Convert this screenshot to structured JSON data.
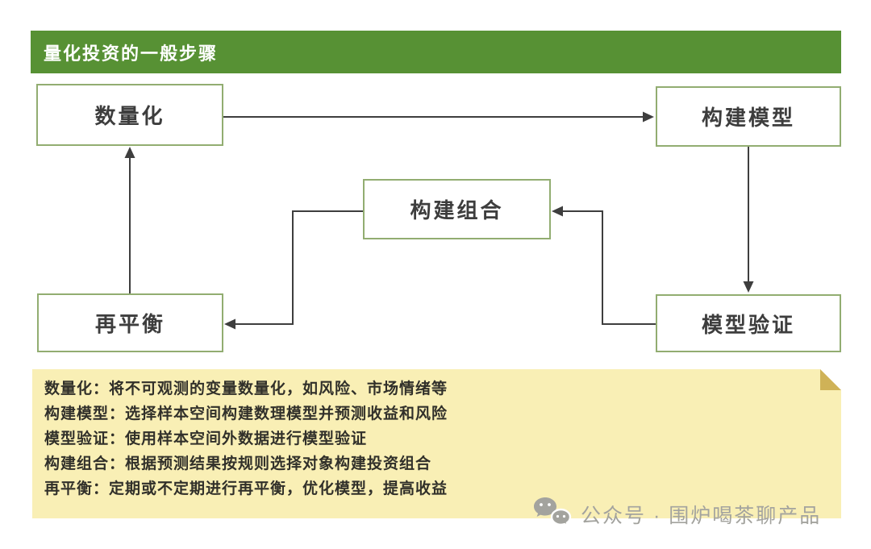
{
  "header": {
    "title": "量化投资的一般步骤",
    "bg_color": "#579134",
    "text_color": "#ffffff"
  },
  "diagram": {
    "box_border_color": "#92ad71",
    "box_text_color": "#3d3d3d",
    "arrow_color": "#3e3e3e",
    "boxes": [
      {
        "id": "quantify",
        "label": "数量化"
      },
      {
        "id": "build-model",
        "label": "构建模型"
      },
      {
        "id": "build-portfolio",
        "label": "构建组合"
      },
      {
        "id": "rebalance",
        "label": "再平衡"
      },
      {
        "id": "validate-model",
        "label": "模型验证"
      }
    ],
    "flow": [
      "数量化 → 构建模型",
      "构建模型 → 模型验证",
      "模型验证 → 构建组合",
      "构建组合 → 再平衡",
      "再平衡 → 数量化"
    ]
  },
  "notes": {
    "bg_color": "#f9efb5",
    "fold_color": "#cfb257",
    "text_color": "#31302a",
    "lines": [
      "数量化：将不可观测的变量数量化，如风险、市场情绪等",
      "构建模型：选择样本空间构建数理模型并预测收益和风险",
      "模型验证：使用样本空间外数据进行模型验证",
      "构建组合：根据预测结果按规则选择对象构建投资组合",
      "再平衡：定期或不定期进行再平衡，优化模型，提高收益"
    ]
  },
  "watermark": {
    "icon": "wechat-icon",
    "text": "公众号 · 围炉喝茶聊产品",
    "color": "#a3a39e"
  }
}
